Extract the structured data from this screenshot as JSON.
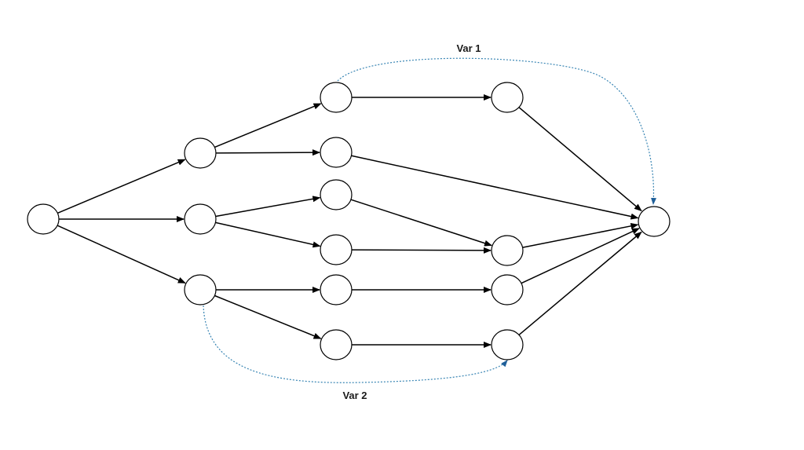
{
  "diagram": {
    "labels": {
      "var1": "Var 1",
      "var2": "Var 2"
    },
    "colors": {
      "edge": "#000000",
      "variant": "#3a86b4",
      "node_stroke": "#000000",
      "node_fill": "#ffffff"
    },
    "nodes": [
      {
        "id": "start"
      },
      {
        "id": "a1"
      },
      {
        "id": "a2"
      },
      {
        "id": "a3"
      },
      {
        "id": "b1"
      },
      {
        "id": "b2"
      },
      {
        "id": "b3"
      },
      {
        "id": "b4"
      },
      {
        "id": "b5"
      },
      {
        "id": "b6"
      },
      {
        "id": "c1"
      },
      {
        "id": "c2"
      },
      {
        "id": "c3"
      },
      {
        "id": "c4"
      },
      {
        "id": "end"
      }
    ],
    "edges": [
      {
        "from": "start",
        "to": "a1"
      },
      {
        "from": "start",
        "to": "a2"
      },
      {
        "from": "start",
        "to": "a3"
      },
      {
        "from": "a1",
        "to": "b1"
      },
      {
        "from": "a1",
        "to": "b2"
      },
      {
        "from": "a2",
        "to": "b3"
      },
      {
        "from": "a2",
        "to": "b4"
      },
      {
        "from": "a3",
        "to": "b5"
      },
      {
        "from": "a3",
        "to": "b6"
      },
      {
        "from": "b1",
        "to": "c1"
      },
      {
        "from": "b2",
        "to": "end"
      },
      {
        "from": "b3",
        "to": "c2"
      },
      {
        "from": "b4",
        "to": "c2"
      },
      {
        "from": "b5",
        "to": "c3"
      },
      {
        "from": "b6",
        "to": "c4"
      },
      {
        "from": "c1",
        "to": "end"
      },
      {
        "from": "c2",
        "to": "end"
      },
      {
        "from": "c3",
        "to": "end"
      },
      {
        "from": "c4",
        "to": "end"
      }
    ],
    "variant_edges": [
      {
        "label_key": "var1",
        "from": "b1",
        "to": "end"
      },
      {
        "label_key": "var2",
        "from": "a3",
        "to": "c4"
      }
    ]
  }
}
